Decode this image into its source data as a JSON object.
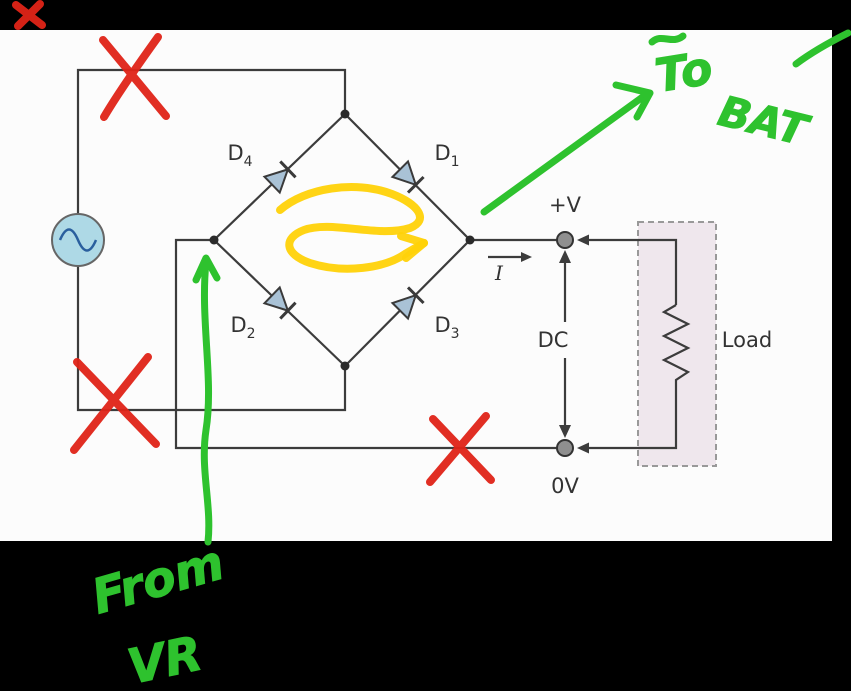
{
  "circuit": {
    "diodes": [
      {
        "id": "d4",
        "base": "D",
        "sub": "4"
      },
      {
        "id": "d1",
        "base": "D",
        "sub": "1"
      },
      {
        "id": "d2",
        "base": "D",
        "sub": "2"
      },
      {
        "id": "d3",
        "base": "D",
        "sub": "3"
      }
    ],
    "labels": {
      "positive_terminal": "+V",
      "negative_terminal": "0V",
      "dc": "DC",
      "current": "I",
      "load": "Load"
    }
  },
  "annotations": {
    "handwritten_green": {
      "to": "To",
      "bat": "BAT",
      "from": "From",
      "vr": "VR"
    },
    "marks": [
      {
        "type": "x-mark",
        "color": "red",
        "location": "top-left-wire"
      },
      {
        "type": "x-mark",
        "color": "red",
        "location": "bottom-left-wire"
      },
      {
        "type": "x-mark",
        "color": "red",
        "location": "bottom-output-wire"
      },
      {
        "type": "arrow",
        "color": "green",
        "location": "positive-output-to-top-right"
      },
      {
        "type": "line-arrow",
        "color": "green",
        "location": "left-node-down-to-from-vr"
      },
      {
        "type": "scribble-arrow",
        "color": "yellow",
        "location": "bridge-center"
      }
    ]
  },
  "colors": {
    "background": "#000000",
    "panel": "#fcfcfc",
    "wire": "#3c3c3c",
    "marker_red": "#e02418",
    "marker_green": "#2ec22e",
    "marker_yellow": "#ffd208",
    "diode_fill": "#a9c2d6",
    "source_fill": "#aed9e6"
  }
}
